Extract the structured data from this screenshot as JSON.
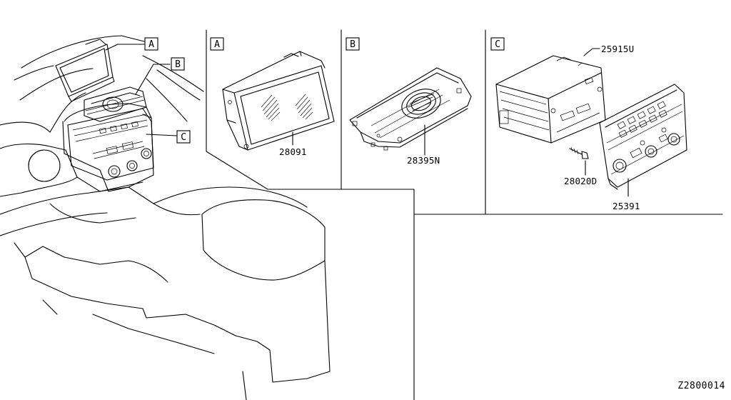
{
  "callouts": {
    "overview": [
      "A",
      "B",
      "C"
    ],
    "panel_a": "A",
    "panel_b": "B",
    "panel_c": "C"
  },
  "parts": {
    "display": "28091",
    "vent_finisher": "28395N",
    "audio_unit": "25915U",
    "screw": "28020D",
    "control_panel": "25391"
  },
  "reference_code": "Z2800014"
}
